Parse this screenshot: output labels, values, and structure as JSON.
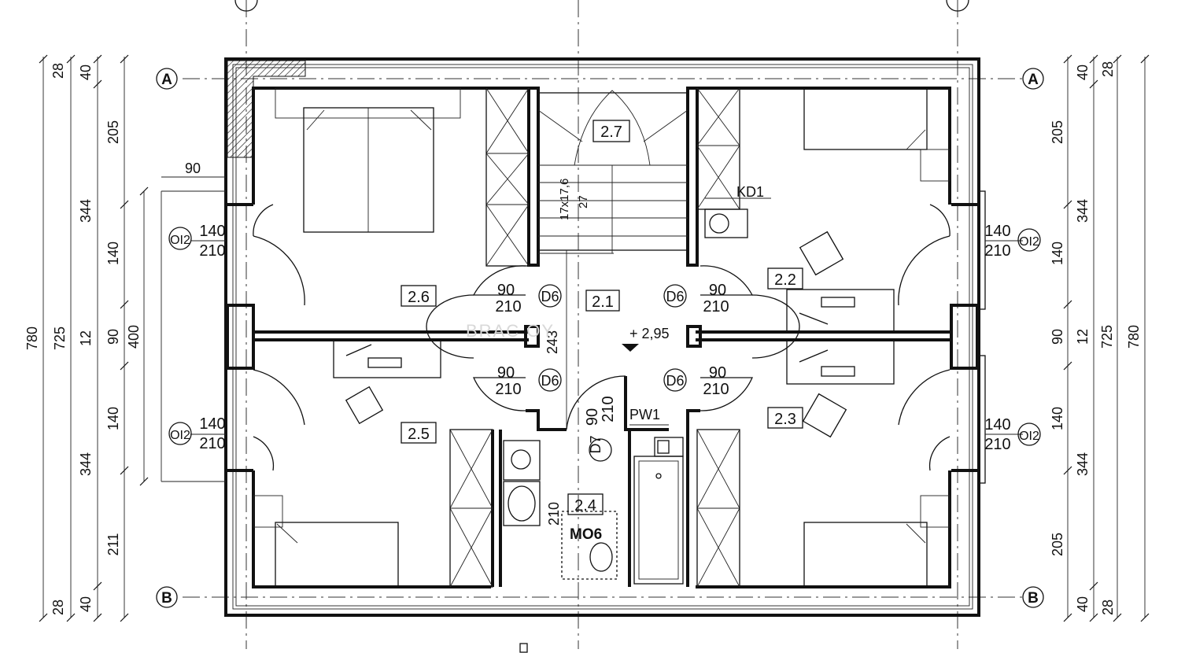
{
  "axes": {
    "a": "A",
    "b": "B"
  },
  "rooms": {
    "r21": "2.1",
    "r22": "2.2",
    "r23": "2.3",
    "r24": "2.4",
    "r25": "2.5",
    "r26": "2.6",
    "r27": "2.7"
  },
  "level": "+ 2,95",
  "stairs": {
    "steps": "17x17,6",
    "height": "27"
  },
  "labels": {
    "kd1": "KD1",
    "pw1": "PW1",
    "mo6": "MO6",
    "d6": "D6",
    "d7": "D7",
    "oi2": "OI2"
  },
  "openings": {
    "win_w": "140",
    "win_h": "210",
    "door_w": "90",
    "door_h": "210",
    "bath_h": "210",
    "corr": "243"
  },
  "dims_left": {
    "d28a": "28",
    "d40a": "40",
    "d205": "205",
    "d344a": "344",
    "d140a": "140",
    "d12": "12",
    "d90": "90",
    "d140b": "140",
    "d344b": "344",
    "d211": "211",
    "d40b": "40",
    "d28b": "28",
    "d780": "780",
    "d725": "725",
    "d400": "400",
    "d90top": "90"
  },
  "dims_right": {
    "d28a": "28",
    "d40a": "40",
    "d205a": "205",
    "d344a": "344",
    "d140a": "140",
    "d12": "12",
    "d90": "90",
    "d140b": "140",
    "d344b": "344",
    "d205b": "205",
    "d40b": "40",
    "d28b": "28",
    "d725": "725",
    "d780": "780"
  },
  "watermark": "BRAC                OY"
}
